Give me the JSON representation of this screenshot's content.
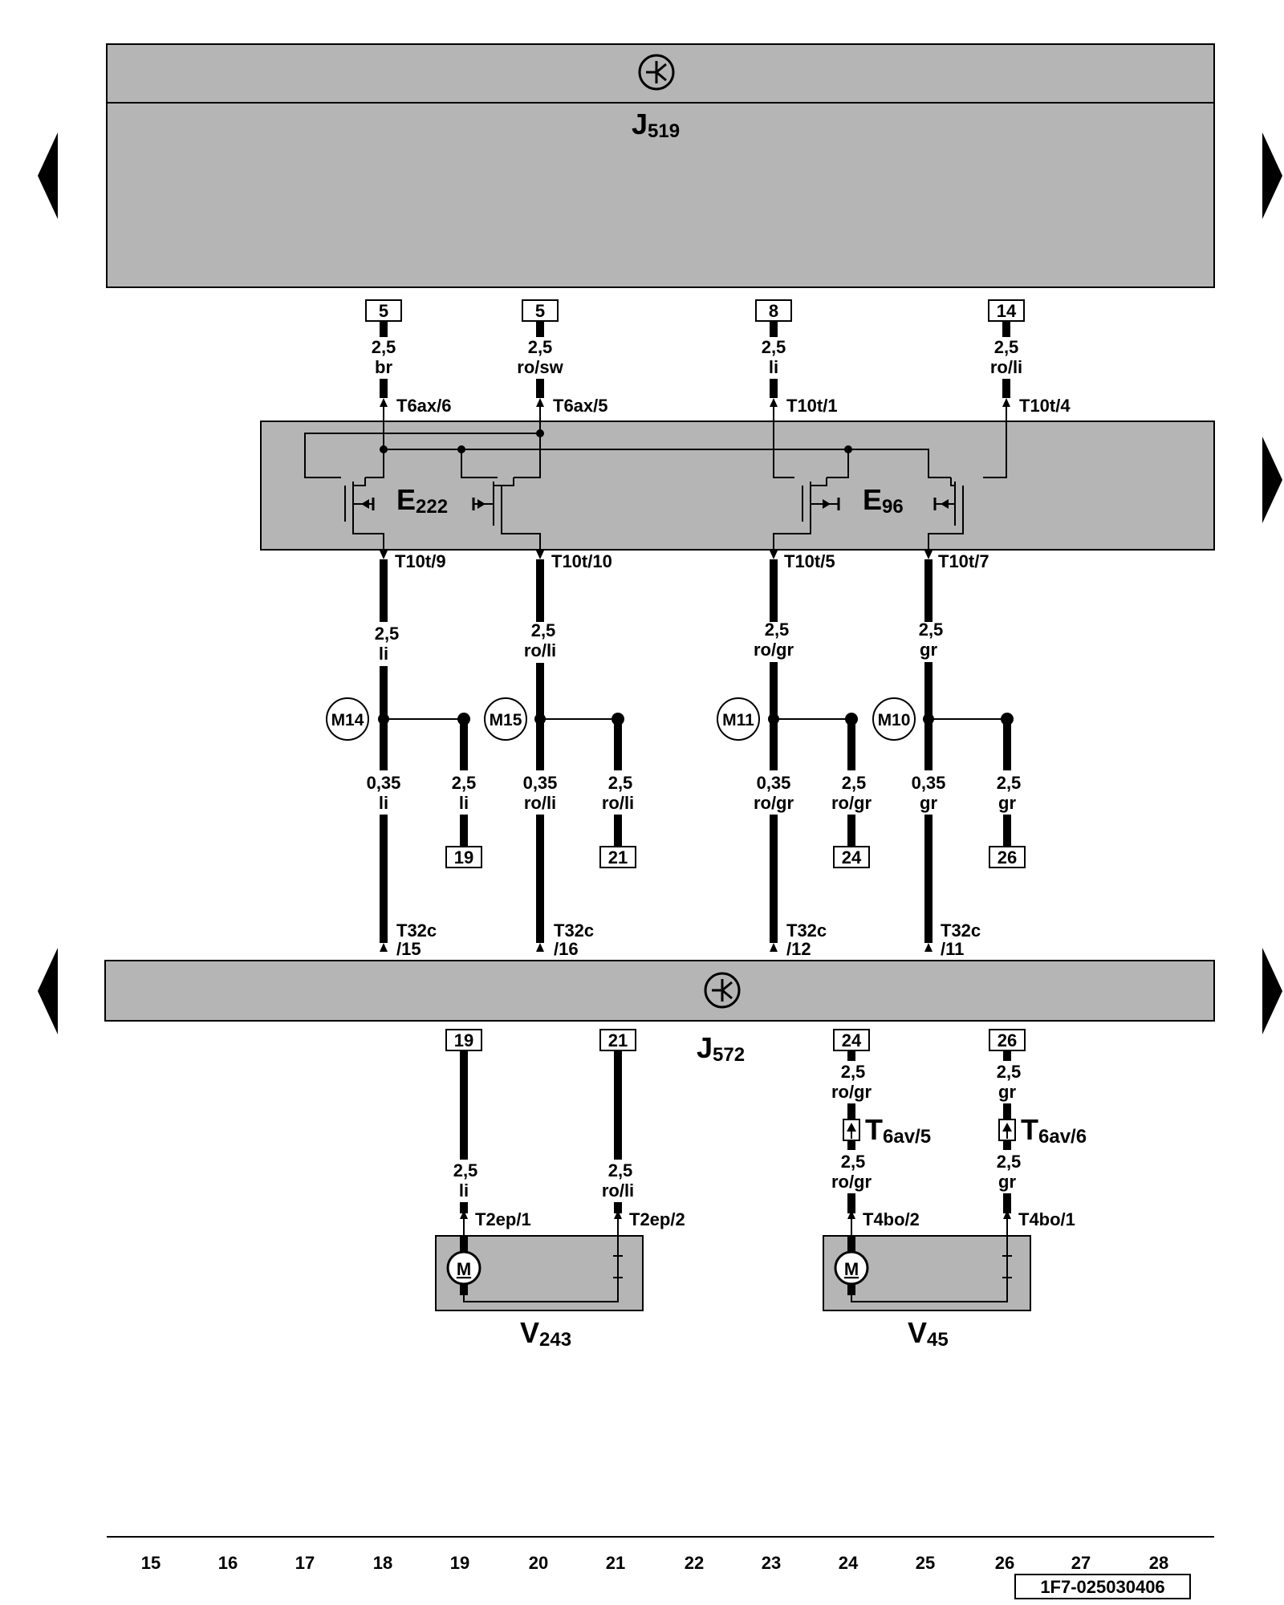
{
  "components": {
    "j519": {
      "letter": "J",
      "sub": "519"
    },
    "j572": {
      "letter": "J",
      "sub": "572"
    },
    "e222": {
      "letter": "E",
      "sub": "222"
    },
    "e96": {
      "letter": "E",
      "sub": "96"
    },
    "v243": {
      "letter": "V",
      "sub": "243"
    },
    "v45": {
      "letter": "V",
      "sub": "45"
    }
  },
  "top_wires": [
    {
      "ref": "5",
      "size": "2,5",
      "color": "br",
      "conn": "T6ax/6"
    },
    {
      "ref": "5",
      "size": "2,5",
      "color": "ro/sw",
      "conn": "T6ax/5"
    },
    {
      "ref": "8",
      "size": "2,5",
      "color": "li",
      "conn": "T10t/1"
    },
    {
      "ref": "14",
      "size": "2,5",
      "color": "ro/li",
      "conn": "T10t/4"
    }
  ],
  "mid_wires": [
    {
      "conn": "T10t/9",
      "size": "2,5",
      "color": "li",
      "ground": "M14",
      "down_size": "0,35",
      "down_color": "li",
      "branch_size": "2,5",
      "branch_color": "li",
      "branch_ref": "19",
      "t32": "T32c",
      "t32pin": "/15"
    },
    {
      "conn": "T10t/10",
      "size": "2,5",
      "color": "ro/li",
      "ground": "M15",
      "down_size": "0,35",
      "down_color": "ro/li",
      "branch_size": "2,5",
      "branch_color": "ro/li",
      "branch_ref": "21",
      "t32": "T32c",
      "t32pin": "/16"
    },
    {
      "conn": "T10t/5",
      "size": "2,5",
      "color": "ro/gr",
      "ground": "M11",
      "down_size": "0,35",
      "down_color": "ro/gr",
      "branch_size": "2,5",
      "branch_color": "ro/gr",
      "branch_ref": "24",
      "t32": "T32c",
      "t32pin": "/12"
    },
    {
      "conn": "T10t/7",
      "size": "2,5",
      "color": "gr",
      "ground": "M10",
      "down_size": "0,35",
      "down_color": "gr",
      "branch_size": "2,5",
      "branch_color": "gr",
      "branch_ref": "26",
      "t32": "T32c",
      "t32pin": "/11"
    }
  ],
  "bottom_left": [
    {
      "ref": "19",
      "size": "2,5",
      "color": "li",
      "conn": "T2ep/1"
    },
    {
      "ref": "21",
      "size": "2,5",
      "color": "ro/li",
      "conn": "T2ep/2"
    }
  ],
  "bottom_right": [
    {
      "ref": "24",
      "size1": "2,5",
      "color1": "ro/gr",
      "inline_letter": "T",
      "inline_sub": "6av/5",
      "size2": "2,5",
      "color2": "ro/gr",
      "conn": "T4bo/2"
    },
    {
      "ref": "26",
      "size1": "2,5",
      "color1": "gr",
      "inline_letter": "T",
      "inline_sub": "6av/6",
      "size2": "2,5",
      "color2": "gr",
      "conn": "T4bo/1"
    }
  ],
  "motor_label": "M",
  "grid_numbers": [
    "15",
    "16",
    "17",
    "18",
    "19",
    "20",
    "21",
    "22",
    "23",
    "24",
    "25",
    "26",
    "27",
    "28"
  ],
  "doc_code": "1F7-025030406",
  "colors": {
    "panel": "#b5b5b5",
    "line": "#000000"
  }
}
